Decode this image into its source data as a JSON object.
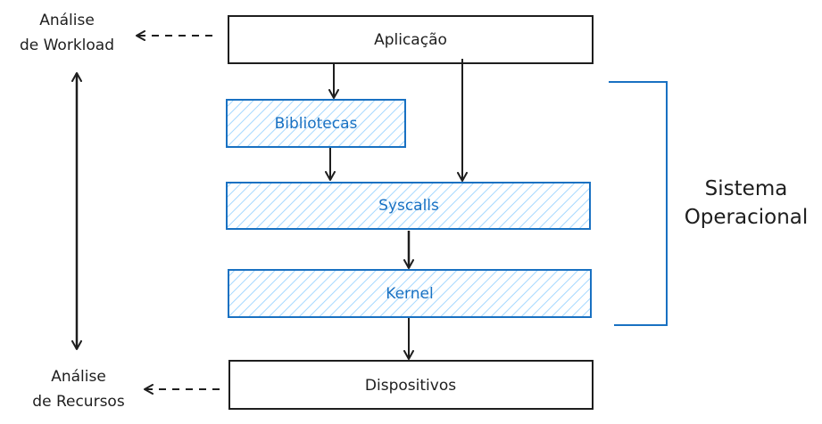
{
  "boxes": {
    "aplicacao": "Aplicação",
    "bibliotecas": "Bibliotecas",
    "syscalls": "Syscalls",
    "kernel": "Kernel",
    "dispositivos": "Dispositivos"
  },
  "side_labels": {
    "analise_workload": [
      "Análise",
      "de Workload"
    ],
    "analise_recursos": [
      "Análise",
      "de Recursos"
    ]
  },
  "bracket_label": [
    "Sistema",
    "Operacional"
  ],
  "colors": {
    "stroke": "#1e1e1e",
    "accent": "#1971c2",
    "hatch": "#a5d8ff"
  }
}
